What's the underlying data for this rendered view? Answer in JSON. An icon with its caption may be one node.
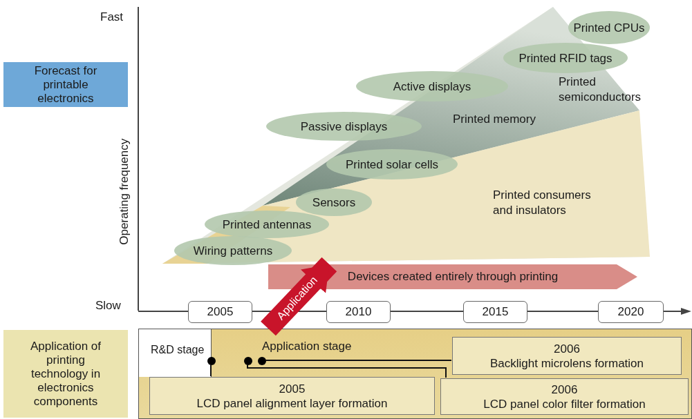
{
  "diagram": {
    "nodes": [
      {
        "text": [
          "Forecast for printable electronics"
        ]
      },
      {
        "text": [
          "Application of printing technology in electronics components"
        ]
      },
      {
        "text": [
          "Printed CPUs"
        ]
      },
      {
        "text": [
          "Printed RFID tags"
        ]
      },
      {
        "text": [
          "Active displays"
        ]
      },
      {
        "text": [
          "Passive displays"
        ]
      },
      {
        "text": [
          "Printed solar cells"
        ]
      },
      {
        "text": [
          "Sensors"
        ]
      },
      {
        "text": [
          "Printed antennas"
        ]
      },
      {
        "text": [
          "Wiring patterns"
        ]
      },
      {
        "text": [
          "Devices created entirely through printing"
        ]
      },
      {
        "text": [
          "2005"
        ]
      },
      {
        "text": [
          "2010"
        ]
      },
      {
        "text": [
          "2015"
        ]
      },
      {
        "text": [
          "2020"
        ]
      },
      {
        "text": [
          "Application stage"
        ]
      },
      {
        "text": [
          "R&D stage"
        ],
        "in": 15
      },
      {
        "text": [],
        "shape": "circle",
        "in": 15
      },
      {
        "text": [],
        "shape": "circle",
        "in": 15
      },
      {
        "text": [],
        "shape": "circle",
        "in": 15
      },
      {
        "text": [
          "2006",
          "Backlight microlens formation"
        ],
        "in": 15
      },
      {
        "text": [
          "2005",
          "LCD panel alignment layer formation"
        ],
        "in": 15
      },
      {
        "text": [
          "2006",
          "LCD panel color filter formation"
        ],
        "in": 15
      }
    ],
    "edges": [
      {
        "from": 17,
        "to": 21,
        "arrow": "none"
      },
      {
        "from": 18,
        "to": 22,
        "arrow": "none"
      },
      {
        "from": 19,
        "to": 20,
        "arrow": "none"
      },
      {
        "from": 15,
        "to": 10,
        "arrow": "to",
        "label": "Application",
        "style": "thick",
        "color": "#c8142a"
      }
    ],
    "labels": [
      "Fast",
      "Operating frequency",
      "Slow",
      "Printed semiconductors",
      "Printed memory",
      "Printed consumers and insulators"
    ]
  }
}
